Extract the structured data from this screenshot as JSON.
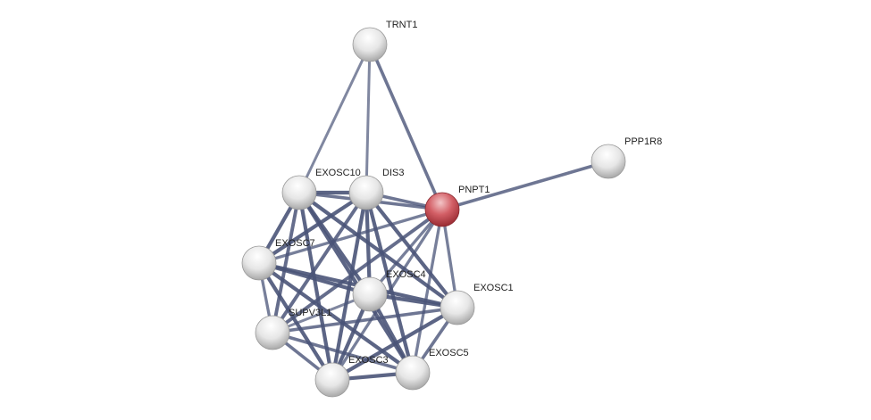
{
  "network": {
    "colors": {
      "edge": "#4a5478",
      "node": "#e8e8e8",
      "query_node": "#d0555b"
    },
    "nodes": [
      {
        "id": "TRNT1",
        "label": "TRNT1",
        "query": false
      },
      {
        "id": "PPP1R8",
        "label": "PPP1R8",
        "query": false
      },
      {
        "id": "PNPT1",
        "label": "PNPT1",
        "query": true
      },
      {
        "id": "EXOSC10",
        "label": "EXOSC10",
        "query": false
      },
      {
        "id": "DIS3",
        "label": "DIS3",
        "query": false
      },
      {
        "id": "EXOSC7",
        "label": "EXOSC7",
        "query": false
      },
      {
        "id": "EXOSC4",
        "label": "EXOSC4",
        "query": false
      },
      {
        "id": "EXOSC1",
        "label": "EXOSC1",
        "query": false
      },
      {
        "id": "SUPV3L1",
        "label": "SUPV3L1",
        "query": false
      },
      {
        "id": "EXOSC3",
        "label": "EXOSC3",
        "query": false
      },
      {
        "id": "EXOSC5",
        "label": "EXOSC5",
        "query": false
      }
    ],
    "edges": [
      [
        "TRNT1",
        "EXOSC10",
        0.5
      ],
      [
        "TRNT1",
        "DIS3",
        0.5
      ],
      [
        "TRNT1",
        "PNPT1",
        0.7
      ],
      [
        "PNPT1",
        "PPP1R8",
        0.7
      ],
      [
        "PNPT1",
        "EXOSC10",
        0.7
      ],
      [
        "PNPT1",
        "DIS3",
        0.7
      ],
      [
        "PNPT1",
        "EXOSC7",
        0.6
      ],
      [
        "PNPT1",
        "EXOSC4",
        0.6
      ],
      [
        "PNPT1",
        "EXOSC1",
        0.6
      ],
      [
        "PNPT1",
        "SUPV3L1",
        0.8
      ],
      [
        "PNPT1",
        "EXOSC3",
        0.6
      ],
      [
        "PNPT1",
        "EXOSC5",
        0.6
      ],
      [
        "EXOSC10",
        "DIS3",
        0.9
      ],
      [
        "EXOSC10",
        "EXOSC7",
        0.9
      ],
      [
        "EXOSC10",
        "EXOSC4",
        0.9
      ],
      [
        "EXOSC10",
        "EXOSC1",
        0.9
      ],
      [
        "EXOSC10",
        "SUPV3L1",
        0.8
      ],
      [
        "EXOSC10",
        "EXOSC3",
        0.9
      ],
      [
        "EXOSC10",
        "EXOSC5",
        0.9
      ],
      [
        "DIS3",
        "EXOSC7",
        0.9
      ],
      [
        "DIS3",
        "EXOSC4",
        0.9
      ],
      [
        "DIS3",
        "EXOSC1",
        0.9
      ],
      [
        "DIS3",
        "SUPV3L1",
        0.8
      ],
      [
        "DIS3",
        "EXOSC3",
        0.9
      ],
      [
        "DIS3",
        "EXOSC5",
        0.9
      ],
      [
        "EXOSC7",
        "EXOSC4",
        0.9
      ],
      [
        "EXOSC7",
        "EXOSC1",
        0.9
      ],
      [
        "EXOSC7",
        "SUPV3L1",
        0.6
      ],
      [
        "EXOSC7",
        "EXOSC3",
        0.9
      ],
      [
        "EXOSC7",
        "EXOSC5",
        0.9
      ],
      [
        "EXOSC4",
        "EXOSC1",
        0.9
      ],
      [
        "EXOSC4",
        "SUPV3L1",
        0.5
      ],
      [
        "EXOSC4",
        "EXOSC3",
        0.9
      ],
      [
        "EXOSC4",
        "EXOSC5",
        0.9
      ],
      [
        "EXOSC1",
        "SUPV3L1",
        0.7
      ],
      [
        "EXOSC1",
        "EXOSC3",
        0.9
      ],
      [
        "EXOSC1",
        "EXOSC5",
        0.7
      ],
      [
        "SUPV3L1",
        "EXOSC3",
        0.7
      ],
      [
        "SUPV3L1",
        "EXOSC5",
        0.7
      ],
      [
        "EXOSC3",
        "EXOSC5",
        0.9
      ]
    ]
  }
}
